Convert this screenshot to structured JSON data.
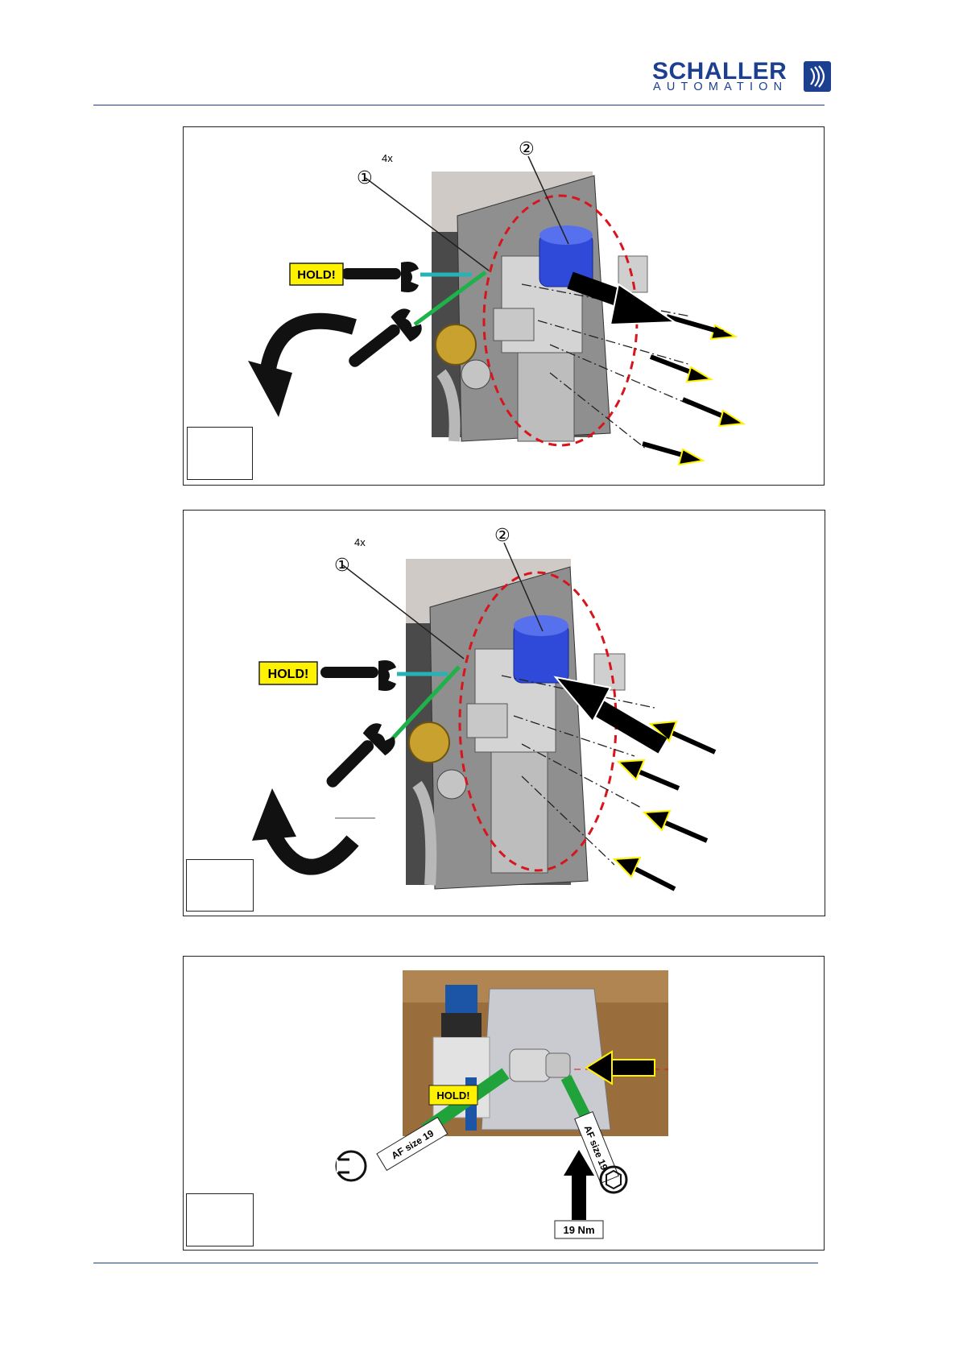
{
  "header": {
    "brand_main": "SCHALLER",
    "brand_sub": "AUTOMATION",
    "logo_icon": "schaller-wave-icon",
    "brand_color": "#1d3f8f"
  },
  "figures": [
    {
      "quantity": "4x",
      "callout_1": "①",
      "callout_2": "②",
      "hold_label": "HOLD!",
      "direction": "remove",
      "icons": [
        "open-wrench-icon",
        "rotation-arrow-icon",
        "direction-arrow-icon"
      ]
    },
    {
      "quantity": "4x",
      "callout_1": "①",
      "callout_2": "②",
      "hold_label": "HOLD!",
      "direction": "install",
      "icons": [
        "open-wrench-icon",
        "rotation-arrow-icon",
        "direction-arrow-icon"
      ]
    },
    {
      "hold_label": "HOLD!",
      "af_left": "AF size 19",
      "af_right": "AF size 19",
      "torque": "19 Nm",
      "icons": [
        "open-wrench-icon",
        "socket-icon",
        "direction-arrow-icon"
      ]
    }
  ],
  "colors": {
    "hold_bg": "#fff200",
    "knob_blue": "#2f4ad8",
    "dashed_red": "#d8141c",
    "hold_line": "#27b3b3",
    "turn_line": "#1db24a",
    "tool_green": "#21a33c"
  }
}
